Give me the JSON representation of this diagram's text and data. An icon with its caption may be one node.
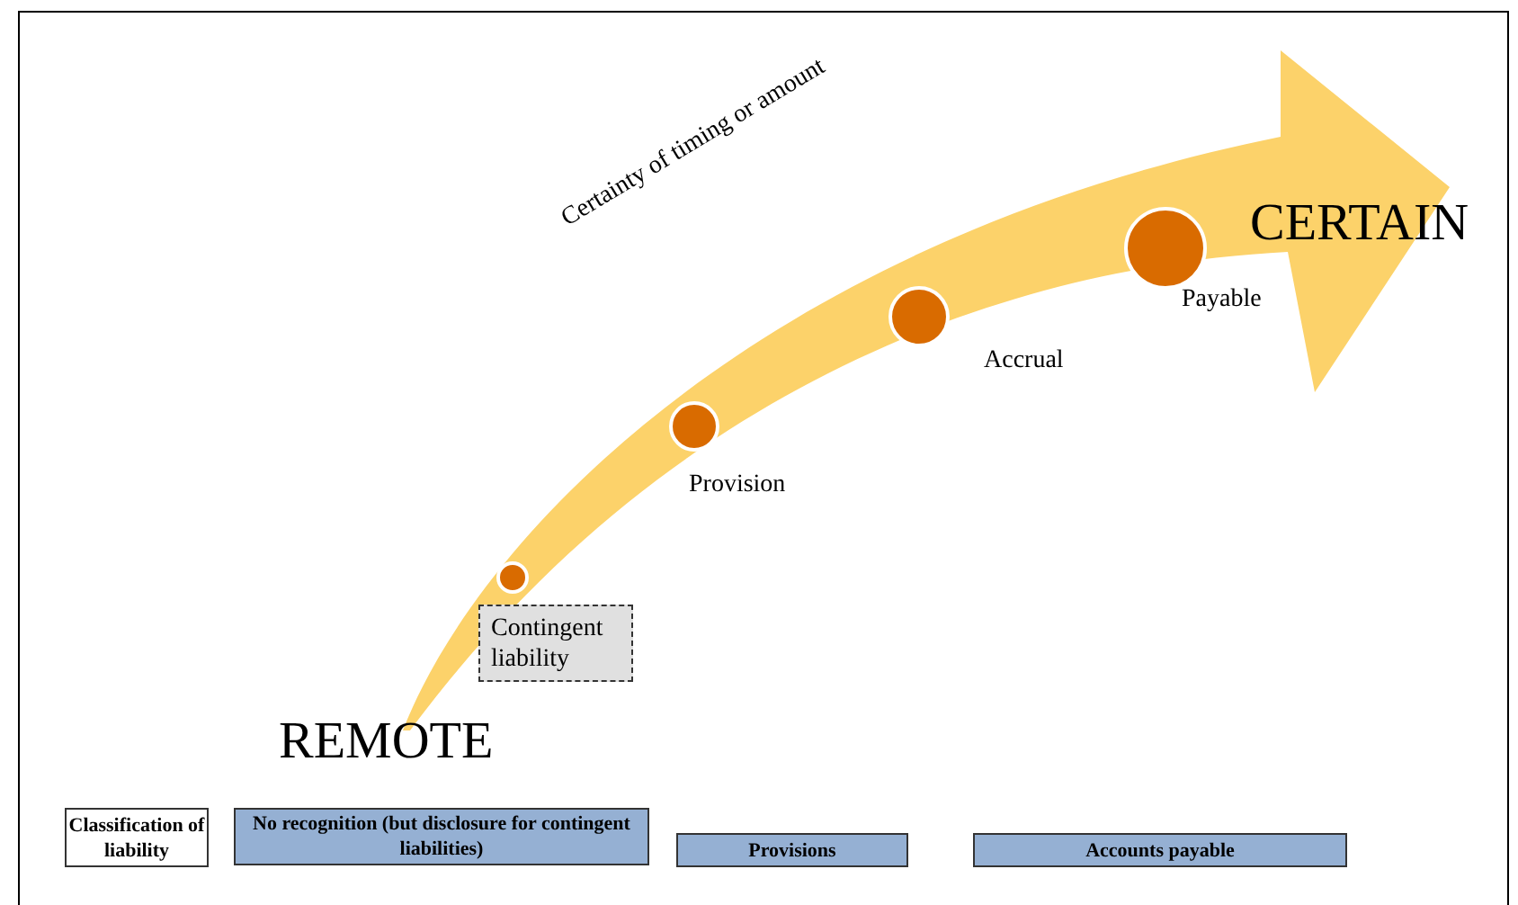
{
  "diagram": {
    "nodes": [
      {
        "text": [],
        "shape": "circle"
      },
      {
        "text": [
          "Contingent liability"
        ]
      },
      {
        "text": [],
        "shape": "circle",
        "beside": [
          "Provision"
        ]
      },
      {
        "text": [],
        "shape": "circle",
        "beside": [
          "Accrual"
        ]
      },
      {
        "text": [],
        "shape": "circle",
        "beside": [
          "Payable"
        ]
      },
      {
        "text": [
          "Classification of liability"
        ]
      },
      {
        "text": [
          "No recognition (but disclosure for contingent liabilities)"
        ]
      },
      {
        "text": [
          "Provisions"
        ]
      },
      {
        "text": [
          "Accounts payable"
        ]
      }
    ],
    "edges": [],
    "labels": [
      "Certainty of timing or amount",
      "CERTAIN",
      "REMOTE"
    ]
  }
}
